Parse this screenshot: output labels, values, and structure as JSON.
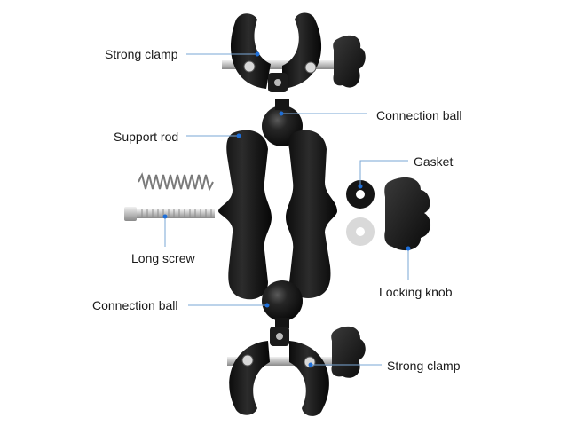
{
  "labels": {
    "strong_clamp_top": "Strong clamp",
    "connection_ball_top": "Connection ball",
    "support_rod": "Support rod",
    "gasket": "Gasket",
    "long_screw": "Long screw",
    "locking_knob": "Locking knob",
    "connection_ball_bottom": "Connection ball",
    "strong_clamp_bottom": "Strong clamp"
  },
  "colors": {
    "callout_line": "#7aa7d6",
    "callout_dot": "#1e6fd9",
    "part_black": "#141414",
    "part_highlight": "#3a3a3a",
    "metal": "#c8c8c8",
    "gasket_white": "#d9d9d9"
  }
}
